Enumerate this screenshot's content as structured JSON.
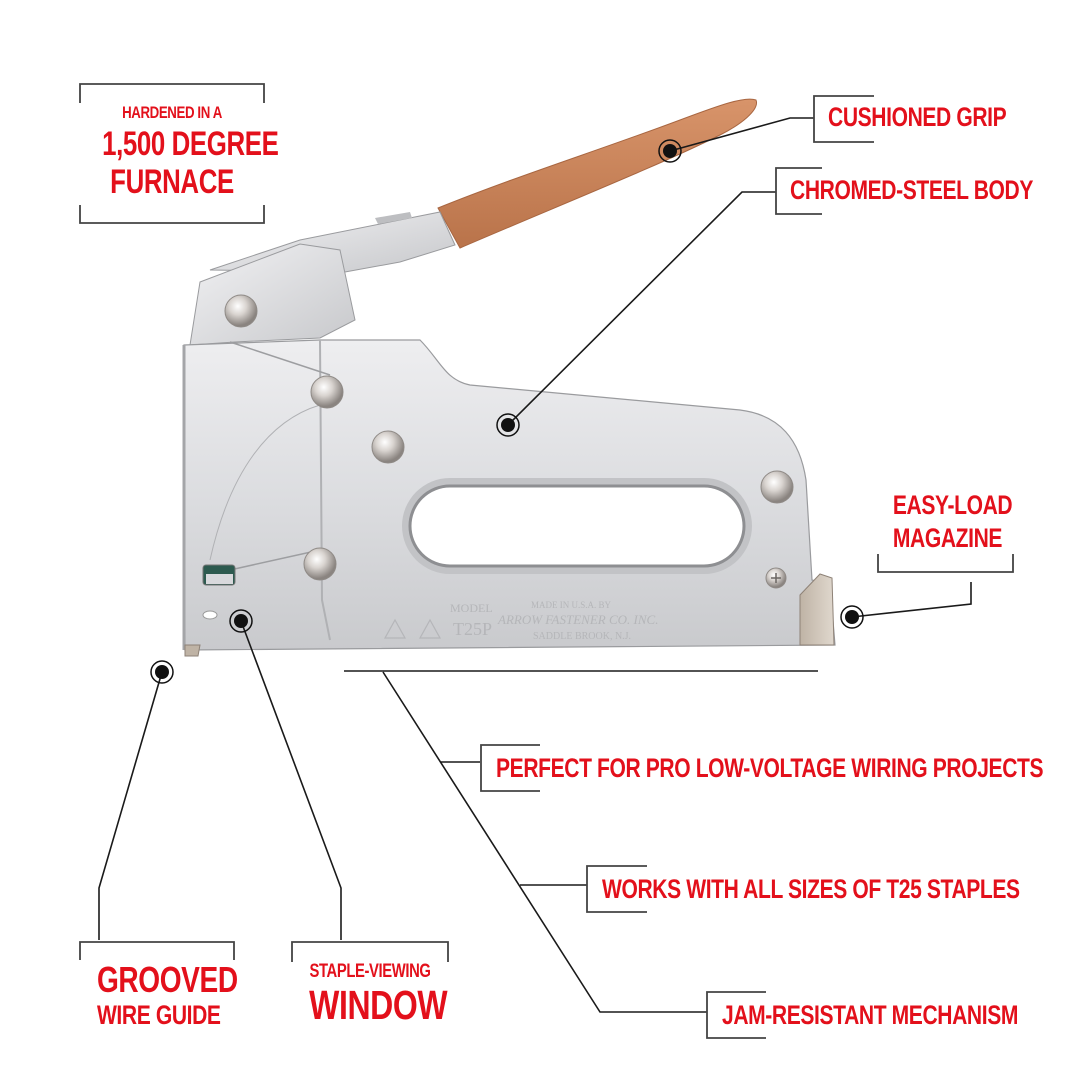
{
  "colors": {
    "label_red": "#e3101b",
    "line": "#1a1a1a",
    "bracket": "#444444",
    "grip": "#c98457",
    "steel_light": "#e6e6e8",
    "steel_mid": "#cfd0d3",
    "steel_dark": "#a9aaae",
    "background": "#ffffff"
  },
  "product": {
    "name": "Arrow T25P staple gun",
    "imprint": {
      "model_label": "MODEL",
      "model_number": "T25P",
      "made_in": "MADE IN U.S.A. BY",
      "maker": "ARROW FASTENER CO. INC.",
      "location": "SADDLE BROOK, N.J."
    }
  },
  "callouts": {
    "furnace": {
      "line1": "HARDENED IN A",
      "line2": "1,500 DEGREE",
      "line3": "FURNACE"
    },
    "grip": {
      "text": "CUSHIONED GRIP"
    },
    "body": {
      "text": "CHROMED-STEEL BODY"
    },
    "magazine": {
      "line1": "EASY-LOAD",
      "line2": "MAGAZINE"
    },
    "low_voltage": {
      "text": "PERFECT FOR PRO LOW-VOLTAGE WIRING PROJECTS"
    },
    "t25": {
      "text": "WORKS WITH ALL SIZES OF T25 STAPLES"
    },
    "jam": {
      "text": "JAM-RESISTANT MECHANISM"
    },
    "wire_guide": {
      "line1": "GROOVED",
      "line2": "WIRE GUIDE"
    },
    "window": {
      "line1": "STAPLE-VIEWING",
      "line2": "WINDOW"
    }
  },
  "icons": {
    "marker": "callout-dot-icon",
    "warning": "warning-triangle-icon",
    "hazard": "eye-hazard-triangle-icon"
  }
}
